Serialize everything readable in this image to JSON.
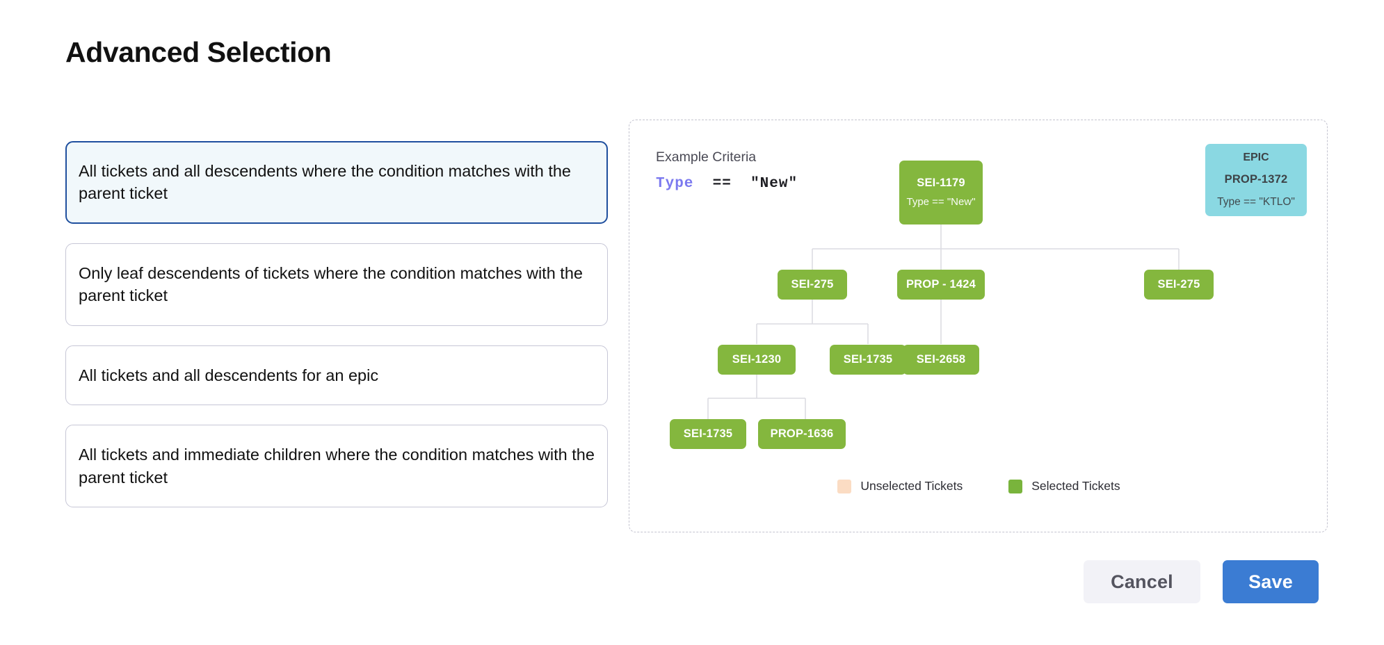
{
  "page": {
    "title": "Advanced Selection"
  },
  "options": [
    {
      "label": "All tickets and all descendents where the condition matches with the parent ticket",
      "selected": true
    },
    {
      "label": "Only leaf descendents of tickets where the condition matches with the parent ticket",
      "selected": false
    },
    {
      "label": "All tickets and all descendents for an epic",
      "selected": false
    },
    {
      "label": "All tickets and immediate children where the condition matches with the parent ticket",
      "selected": false
    }
  ],
  "diagram": {
    "criteria_label": "Example Criteria",
    "criteria_field": "Type",
    "criteria_operator": "==",
    "criteria_value": "\"New\"",
    "nodes": {
      "root": {
        "id": "SEI-1179",
        "sub": "Type == \"New\""
      },
      "epic": {
        "top": "EPIC",
        "id": "PROP-1372",
        "sub": "Type == \"KTLO\""
      },
      "l2a": {
        "id": "SEI-275"
      },
      "l2b": {
        "id": "PROP - 1424"
      },
      "l2c": {
        "id": "SEI-275"
      },
      "l3a": {
        "id": "SEI-1230"
      },
      "l3b": {
        "id": "SEI-1735"
      },
      "l3c": {
        "id": "SEI-2658"
      },
      "l4a": {
        "id": "SEI-1735"
      },
      "l4b": {
        "id": "PROP-1636"
      }
    },
    "legend": [
      {
        "label": "Unselected Tickets",
        "color": "#fbdcc3"
      },
      {
        "label": "Selected Tickets",
        "color": "#79b43c"
      }
    ]
  },
  "footer": {
    "cancel_label": "Cancel",
    "save_label": "Save"
  },
  "colors": {
    "selected_node": "#84b73e",
    "epic_node": "#8ad8e2",
    "unselected_swatch": "#fbdcc3",
    "primary_button": "#3b7cd3",
    "selected_card_border": "#1f4f9e",
    "selected_card_bg": "#f1f8fb",
    "criteria_field": "#7b79ef"
  }
}
